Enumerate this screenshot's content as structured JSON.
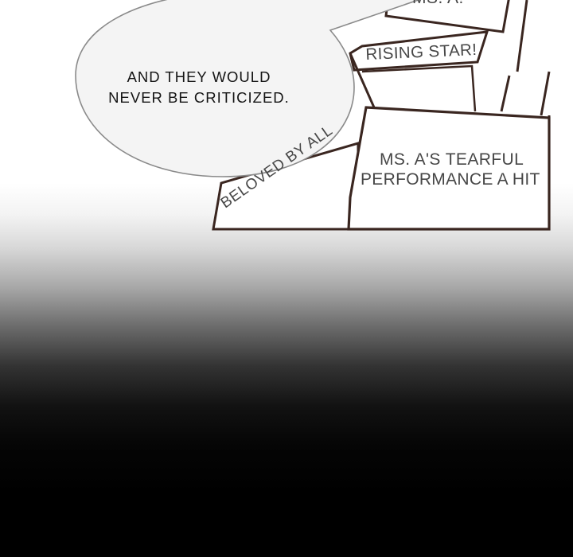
{
  "speech_bubble": {
    "line1": "AND THEY WOULD",
    "line2": "NEVER BE CRITICIZED."
  },
  "signs": {
    "top_partial": "MS. A!",
    "rising_star": "RISING STAR!",
    "beloved": "BELOVED BY ALL",
    "tearful_line1": "MS. A'S TEARFUL",
    "tearful_line2": "PERFORMANCE A HIT"
  },
  "colors": {
    "ink": "#3a2620",
    "bubble_fill": "#f4f4f4",
    "bubble_stroke": "#8a8a8a",
    "sign_text": "#474747",
    "fade_bottom": "#000000"
  }
}
